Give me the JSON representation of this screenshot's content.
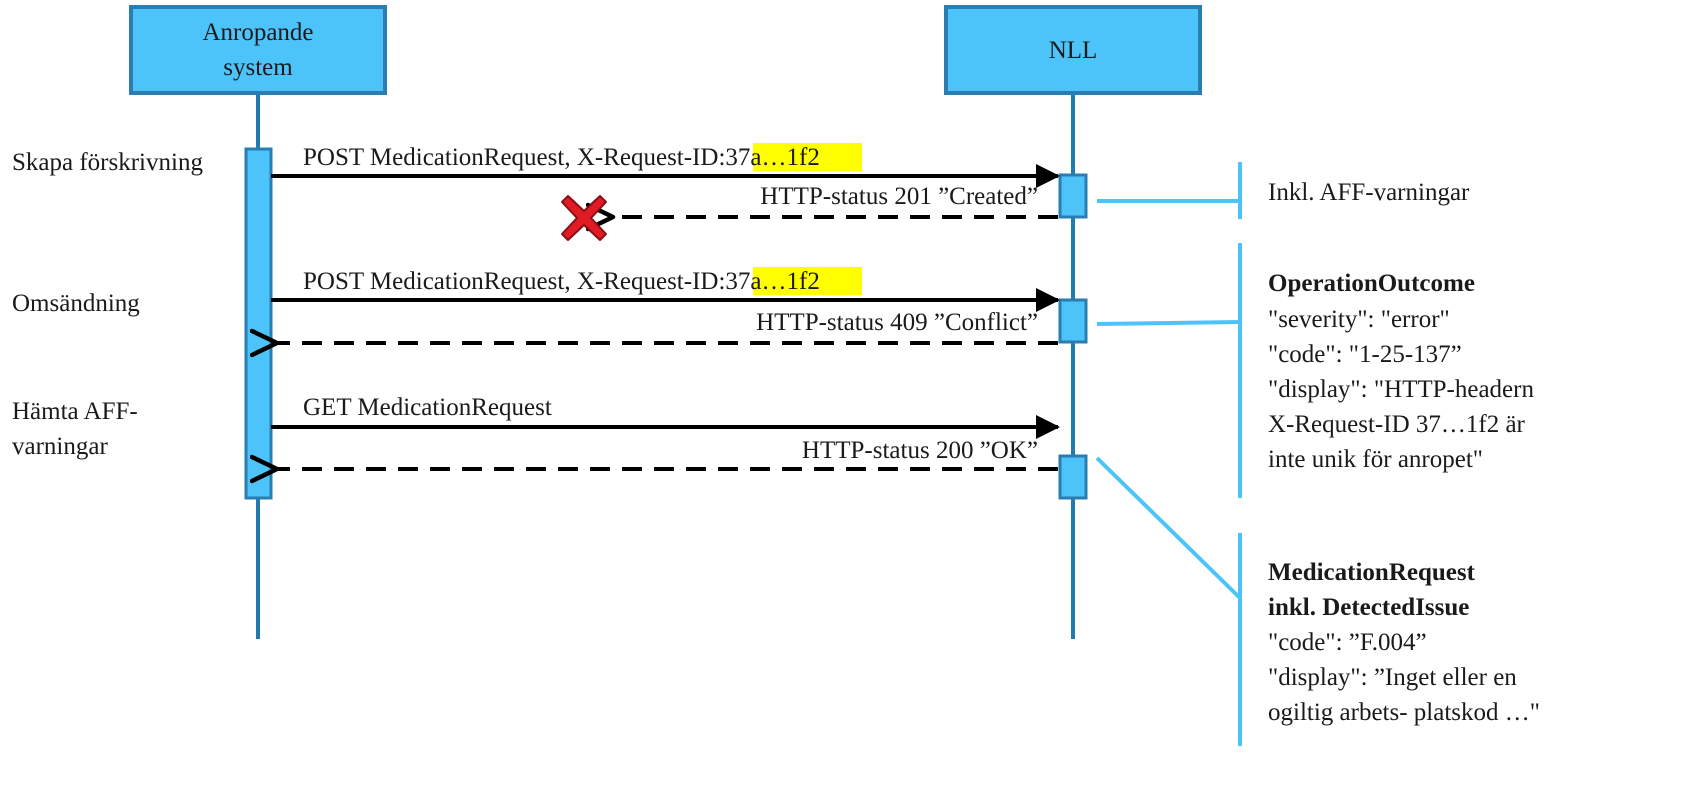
{
  "participants": [
    {
      "lines": [
        "Anropande",
        "system"
      ]
    },
    {
      "lines": [
        "NLL"
      ]
    }
  ],
  "colors": {
    "box_fill": "#4dc4f9",
    "box_stroke": "#2a7db0",
    "lifeline": "#1f7ab0",
    "note_line": "#4dc4f9",
    "highlight": "#ffff00",
    "error_cross": "#e01b24"
  },
  "steps": [
    {
      "label": [
        "Skapa förskrivning"
      ],
      "request": {
        "text": "POST MedicationRequest, X-Request-ID:",
        "highlight": "37a…1f2"
      },
      "response": {
        "text": "HTTP-status 201 ”Created”",
        "lost": true
      }
    },
    {
      "label": [
        "Omsändning"
      ],
      "request": {
        "text": "POST MedicationRequest, X-Request-ID:",
        "highlight": "37a…1f2"
      },
      "response": {
        "text": "HTTP-status 409 ”Conflict”",
        "lost": false
      }
    },
    {
      "label": [
        "Hämta AFF-",
        "varningar"
      ],
      "request": {
        "text": "GET MedicationRequest",
        "highlight": ""
      },
      "response": {
        "text": "HTTP-status 200 ”OK”",
        "lost": false
      }
    }
  ],
  "notes": [
    {
      "title": [],
      "lines": [
        "Inkl. AFF-varningar"
      ]
    },
    {
      "title": [
        "OperationOutcome"
      ],
      "lines": [
        "\"severity\": \"error\"",
        "\"code\": \"1-25-137”",
        "\"display\": \"HTTP-headern",
        "X-Request-ID 37…1f2 är",
        "inte unik för anropet\""
      ]
    },
    {
      "title": [
        "MedicationRequest",
        "inkl. DetectedIssue"
      ],
      "lines": [
        "\"code\": ”F.004”",
        "\"display\": ”Inget eller en",
        "ogiltig arbets- platskod …\""
      ]
    }
  ]
}
